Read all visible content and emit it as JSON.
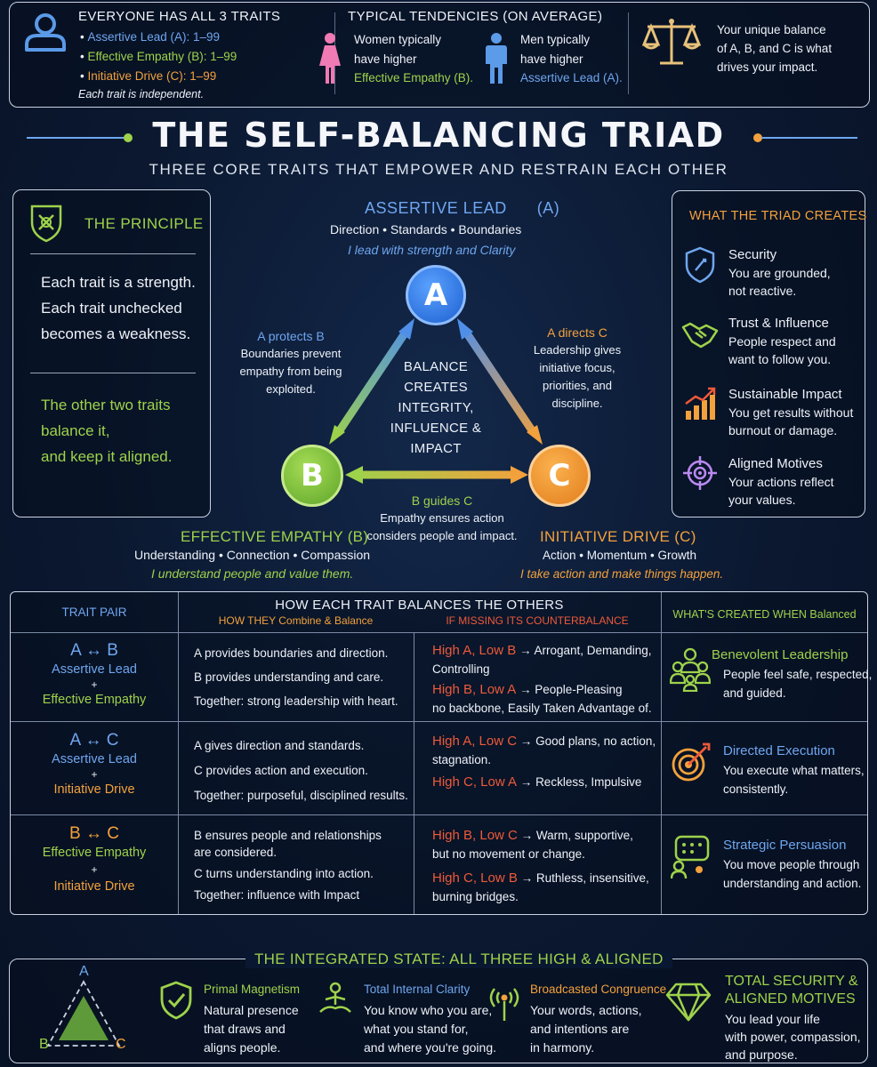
{
  "top": {
    "traits_heading": "EVERYONE HAS ALL 3 TRAITS",
    "traits": [
      {
        "name": "Assertive Lead (A): 1–99",
        "color": "#6fa6ef"
      },
      {
        "name": "Effective Empathy (B): 1–99",
        "color": "#9ed24b"
      },
      {
        "name": "Initiative Drive (C): 1–99",
        "color": "#f3a13c"
      }
    ],
    "independent_note": "Each trait is independent.",
    "tendencies_heading": "TYPICAL TENDENCIES (ON AVERAGE)",
    "women_line1": "Women typically",
    "women_line2": "have higher",
    "women_line3": "Effective Empathy (B).",
    "men_line1": "Men typically",
    "men_line2": "have higher",
    "men_line3": "Assertive Lead (A).",
    "balance_line1": "Your unique balance",
    "balance_line2": "of A, B, and C is what",
    "balance_line3": "drives your impact."
  },
  "title": "THE SELF-BALANCING TRIAD",
  "subtitle": "THREE CORE TRAITS THAT EMPOWER AND RESTRAIN EACH OTHER",
  "principle": {
    "heading": "THE PRINCIPLE",
    "line1": "Each trait is a strength.",
    "line2": "Each trait unchecked",
    "line3": "becomes a weakness.",
    "line4": "The other two traits",
    "line5": "balance it,",
    "line6": "and keep it aligned."
  },
  "triad": {
    "a_title": "ASSERTIVE LEAD",
    "a_code": "(A)",
    "a_keywords": "Direction • Standards • Boundaries",
    "a_motto": "I lead with strength and Clarity",
    "a_letter": "A",
    "b_letter": "B",
    "c_letter": "C",
    "center_line1": "BALANCE",
    "center_line2": "CREATES",
    "center_line3": "INTEGRITY,",
    "center_line4": "INFLUENCE &",
    "center_line5": "IMPACT",
    "ab_title": "A protects B",
    "ab_line1": "Boundaries prevent",
    "ab_line2": "empathy from being",
    "ab_line3": "exploited.",
    "ac_title": "A directs C",
    "ac_line1": "Leadership gives",
    "ac_line2": "initiative focus,",
    "ac_line3": "priorities, and",
    "ac_line4": "discipline.",
    "bc_title": "B guides C",
    "bc_line1": "Empathy ensures action",
    "bc_line2": "considers people and impact.",
    "b_title": "EFFECTIVE EMPATHY (B)",
    "b_keywords": "Understanding • Connection • Compassion",
    "b_motto": "I understand people and value them.",
    "c_title": "INITIATIVE DRIVE (C)",
    "c_keywords": "Action • Momentum • Growth",
    "c_motto": "I take action and make things happen."
  },
  "creates": {
    "heading": "WHAT THE TRIAD CREATES",
    "items": [
      {
        "title": "Security",
        "line1": "You are grounded,",
        "line2": "not reactive.",
        "icon": "shield-icon"
      },
      {
        "title": "Trust & Influence",
        "line1": "People respect and",
        "line2": "want to follow you.",
        "icon": "handshake-icon"
      },
      {
        "title": "Sustainable Impact",
        "line1": "You get results without",
        "line2": "burnout or damage.",
        "icon": "growth-chart-icon"
      },
      {
        "title": "Aligned Motives",
        "line1": "Your actions reflect",
        "line2": "your values.",
        "icon": "target-icon"
      }
    ]
  },
  "table": {
    "title": "HOW EACH TRAIT BALANCES THE OTHERS",
    "col_pair": "TRAIT PAIR",
    "col_combine": "HOW THEY Combine & Balance",
    "col_missing": "IF MISSING ITS COUNTERBALANCE",
    "col_created": "WHAT'S CREATED WHEN Balanced",
    "rows": [
      {
        "pair": "A ↔ B",
        "trait1": "Assertive Lead",
        "plus": "+",
        "trait2": "Effective Empathy",
        "c1": "A provides boundaries and direction.",
        "c2": "B provides understanding and care.",
        "c3": "Together: strong leadership with heart.",
        "m1_label": "High A, Low B",
        "m1_a": "Arrogant, Demanding,",
        "m1_b": "Controlling",
        "m2_label": "High B, Low A",
        "m2_a": "People-Pleasing",
        "m2_b": "no backbone, Easily Taken Advantage of.",
        "out_title": "Benevolent Leadership",
        "out_line1": "People feel safe, respected,",
        "out_line2": "and guided.",
        "out_icon": "team-icon"
      },
      {
        "pair": "A ↔ C",
        "trait1": "Assertive Lead",
        "plus": "+",
        "trait2": "Initiative Drive",
        "c1": "A gives direction and standards.",
        "c2": "C provides action and execution.",
        "c3": "Together: purposeful, disciplined results.",
        "m1_label": "High A, Low C",
        "m1_a": "Good plans, no action,",
        "m1_b": "stagnation.",
        "m2_label": "High C, Low A",
        "m2_a": "Reckless, Impulsive",
        "m2_b": "",
        "out_title": "Directed Execution",
        "out_line1": "You execute what matters,",
        "out_line2": "consistently.",
        "out_icon": "bullseye-icon"
      },
      {
        "pair": "B ↔ C",
        "trait1": "Effective Empathy",
        "plus": "+",
        "trait2": "Initiative Drive",
        "c1": "B ensures people and relationships",
        "c1b": "are considered.",
        "c2": "C turns understanding into action.",
        "c3": "Together: influence with Impact",
        "m1_label": "High B, Low C",
        "m1_a": "Warm, supportive,",
        "m1_b": "but no movement or change.",
        "m2_label": "High C, Low B",
        "m2_a": "Ruthless, insensitive,",
        "m2_b": "burning bridges.",
        "out_title": "Strategic Persuasion",
        "out_line1": "You move people through",
        "out_line2": "understanding and action.",
        "out_icon": "persuasion-icon"
      }
    ]
  },
  "integrated": {
    "heading": "THE INTEGRATED STATE: ALL THREE HIGH & ALIGNED",
    "tri_a": "A",
    "tri_b": "B",
    "tri_c": "C",
    "items": [
      {
        "title": "Primal Magnetism",
        "line1": "Natural presence",
        "line2": "that draws and",
        "line3": "aligns people.",
        "icon": "shield-check-icon"
      },
      {
        "title": "Total Internal Clarity",
        "line1": "You know who you are,",
        "line2": "what you stand for,",
        "line3": "and where you're going.",
        "icon": "meditation-icon"
      },
      {
        "title": "Broadcasted Congruence",
        "line1": "Your words, actions,",
        "line2": "and intentions are",
        "line3": "in harmony.",
        "icon": "broadcast-icon"
      }
    ],
    "final_title1": "TOTAL SECURITY &",
    "final_title2": "ALIGNED MOTIVES",
    "final_line1": "You lead your life",
    "final_line2": "with power, compassion,",
    "final_line3": "and purpose.",
    "final_icon": "diamond-icon"
  },
  "colors": {
    "blue": "#6fa6ef",
    "green": "#9ed24b",
    "orange": "#f3a13c",
    "red": "#ee5a3a",
    "background": "#0c1a33"
  }
}
